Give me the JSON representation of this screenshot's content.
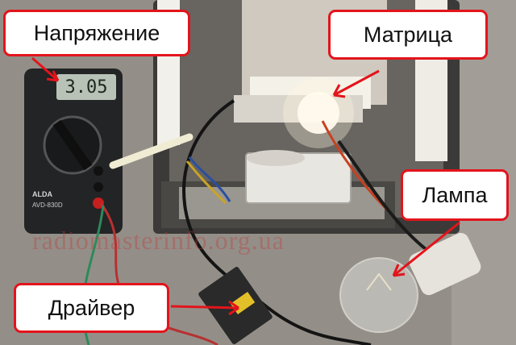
{
  "callouts": {
    "voltage": "Напряжение",
    "matrix": "Матрица",
    "lamp": "Лампа",
    "driver": "Драйвер"
  },
  "watermark": "radiomasterinfo.org.ua",
  "multimeter": {
    "reading": "3.05",
    "brand": "ALDA",
    "model": "AVD-830D"
  },
  "colors": {
    "callout_border": "#e3141b",
    "arrow": "#e3141b"
  }
}
